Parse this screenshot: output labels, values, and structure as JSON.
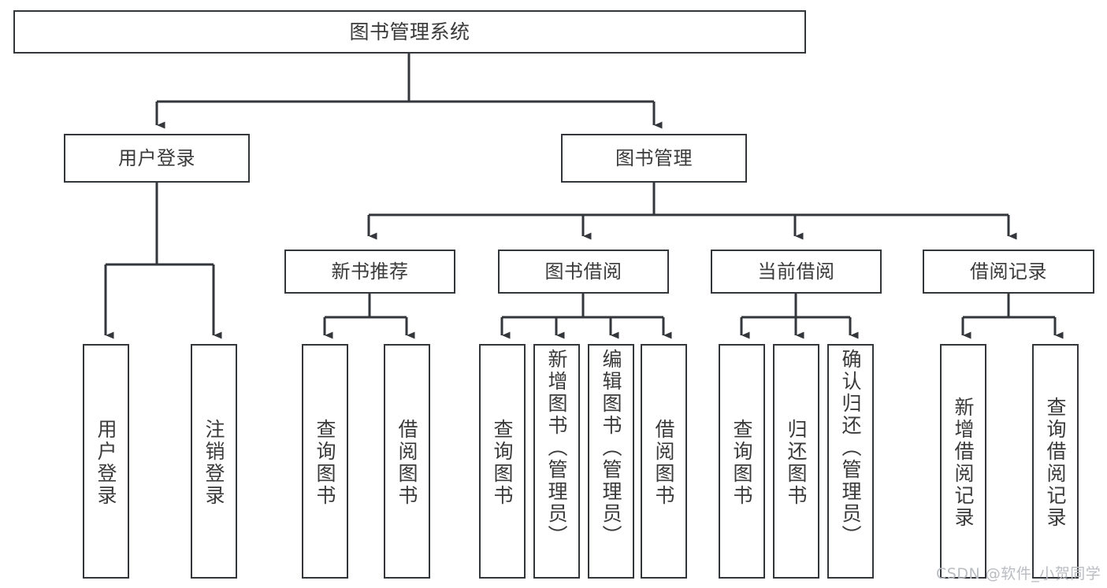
{
  "diagram": {
    "title": "图书管理系统",
    "type": "tree",
    "watermark": "CSDN @软件_小贺同学",
    "levels": {
      "root": {
        "label": "图书管理系统"
      },
      "level2": [
        {
          "id": "user-login",
          "label": "用户登录"
        },
        {
          "id": "book-manage",
          "label": "图书管理"
        }
      ],
      "level3": [
        {
          "id": "new-book-recommend",
          "label": "新书推荐",
          "parent": "book-manage"
        },
        {
          "id": "book-borrow",
          "label": "图书借阅",
          "parent": "book-manage"
        },
        {
          "id": "current-borrow",
          "label": "当前借阅",
          "parent": "book-manage"
        },
        {
          "id": "borrow-record",
          "label": "借阅记录",
          "parent": "book-manage"
        }
      ],
      "leaves": [
        {
          "id": "leaf-user-login",
          "label": "用户登录",
          "parent": "user-login"
        },
        {
          "id": "leaf-user-logout",
          "label": "注销登录",
          "parent": "user-login"
        },
        {
          "id": "leaf-query-book-1",
          "label": "查询图书",
          "parent": "new-book-recommend"
        },
        {
          "id": "leaf-borrow-book-1",
          "label": "借阅图书",
          "parent": "new-book-recommend"
        },
        {
          "id": "leaf-query-book-2",
          "label": "查询图书",
          "parent": "book-borrow"
        },
        {
          "id": "leaf-add-book",
          "label": "新增图书（管理员）",
          "parent": "book-borrow"
        },
        {
          "id": "leaf-edit-book",
          "label": "编辑图书（管理员）",
          "parent": "book-borrow"
        },
        {
          "id": "leaf-borrow-book-2",
          "label": "借阅图书",
          "parent": "book-borrow"
        },
        {
          "id": "leaf-query-book-3",
          "label": "查询图书",
          "parent": "current-borrow"
        },
        {
          "id": "leaf-return-book",
          "label": "归还图书",
          "parent": "current-borrow"
        },
        {
          "id": "leaf-confirm-return",
          "label": "确认归还（管理员）",
          "parent": "current-borrow"
        },
        {
          "id": "leaf-add-record",
          "label": "新增借阅记录",
          "parent": "borrow-record"
        },
        {
          "id": "leaf-query-record",
          "label": "查询借阅记录",
          "parent": "borrow-record"
        }
      ]
    },
    "colors": {
      "border": "#33363b",
      "text": "#3a3a3a",
      "background": "#ffffff",
      "watermark": "#b9bcc1"
    }
  }
}
